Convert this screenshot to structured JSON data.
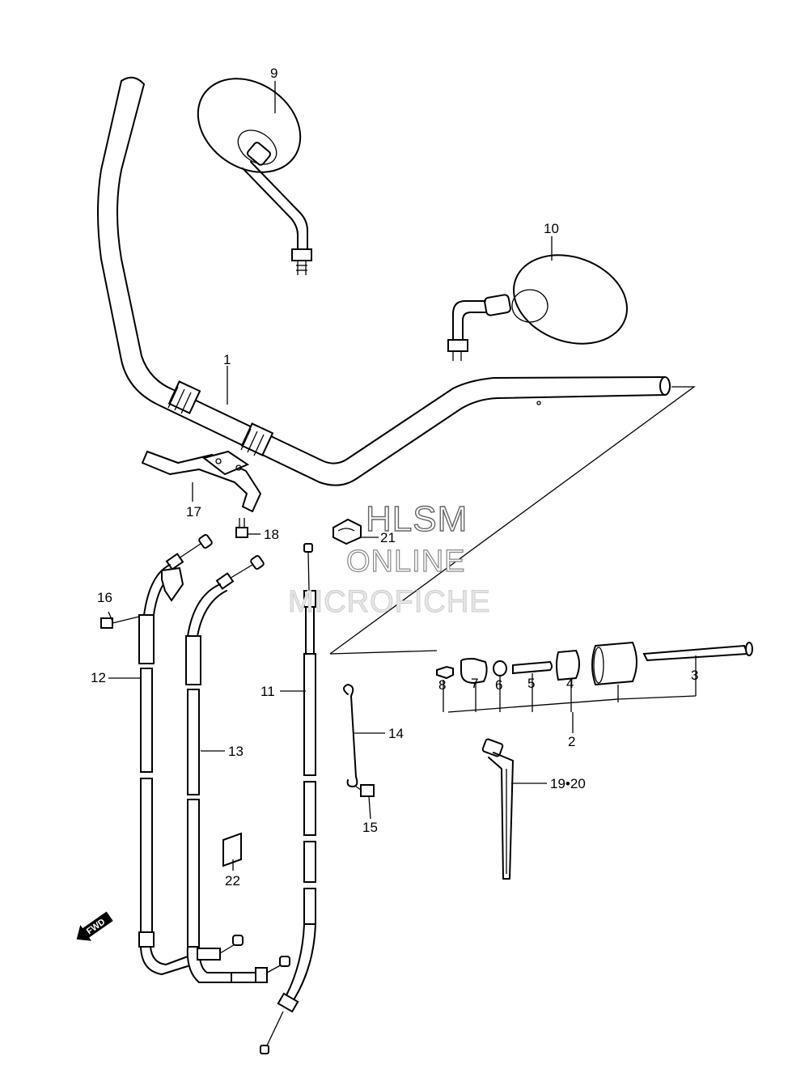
{
  "watermark": {
    "line1": "HLSM",
    "line2": "ONLINE",
    "line3": "MICROFICHE"
  },
  "direction_badge": "FWD",
  "callouts": {
    "c1": "1",
    "c2": "2",
    "c3": "3",
    "c4": "4",
    "c5": "5",
    "c6": "6",
    "c7": "7",
    "c8": "8",
    "c9": "9",
    "c10": "10",
    "c11": "11",
    "c12": "12",
    "c13": "13",
    "c14": "14",
    "c15": "15",
    "c16": "16",
    "c17": "17",
    "c18": "18",
    "c19_20": "19•20",
    "c21": "21",
    "c22": "22"
  },
  "colors": {
    "line": "#000000",
    "background": "#ffffff"
  }
}
